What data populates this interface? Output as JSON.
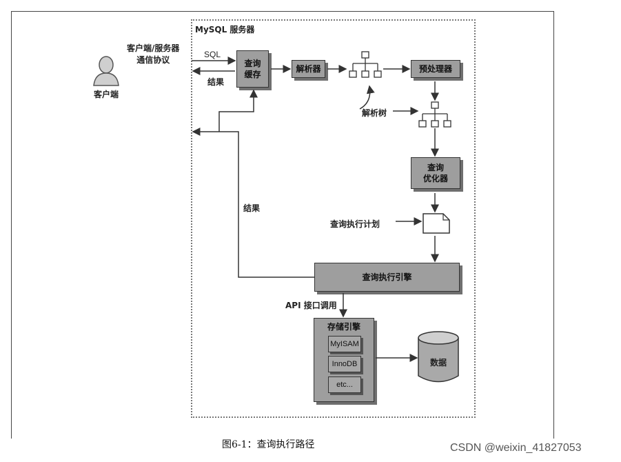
{
  "server_label": "MySQL 服务器",
  "client": {
    "label": "客户端",
    "protocol_label": "客户端/服务器\n通信协议",
    "sql_label": "SQL",
    "result_label": "结果"
  },
  "nodes": {
    "query_cache": "查询\n缓存",
    "parser": "解析器",
    "preprocessor": "预处理器",
    "optimizer": "查询\n优化器",
    "execution_engine": "查询执行引擎",
    "storage_engine": "存储引擎",
    "engines": [
      "MyISAM",
      "InnoDB",
      "etc..."
    ],
    "data": "数据"
  },
  "annotations": {
    "parse_tree": "解析树",
    "execution_plan": "查询执行计划",
    "result_left": "结果",
    "api_call": "API 接口调用"
  },
  "caption": "图6-1：查询执行路径",
  "credit": "CSDN @weixin_41827053"
}
